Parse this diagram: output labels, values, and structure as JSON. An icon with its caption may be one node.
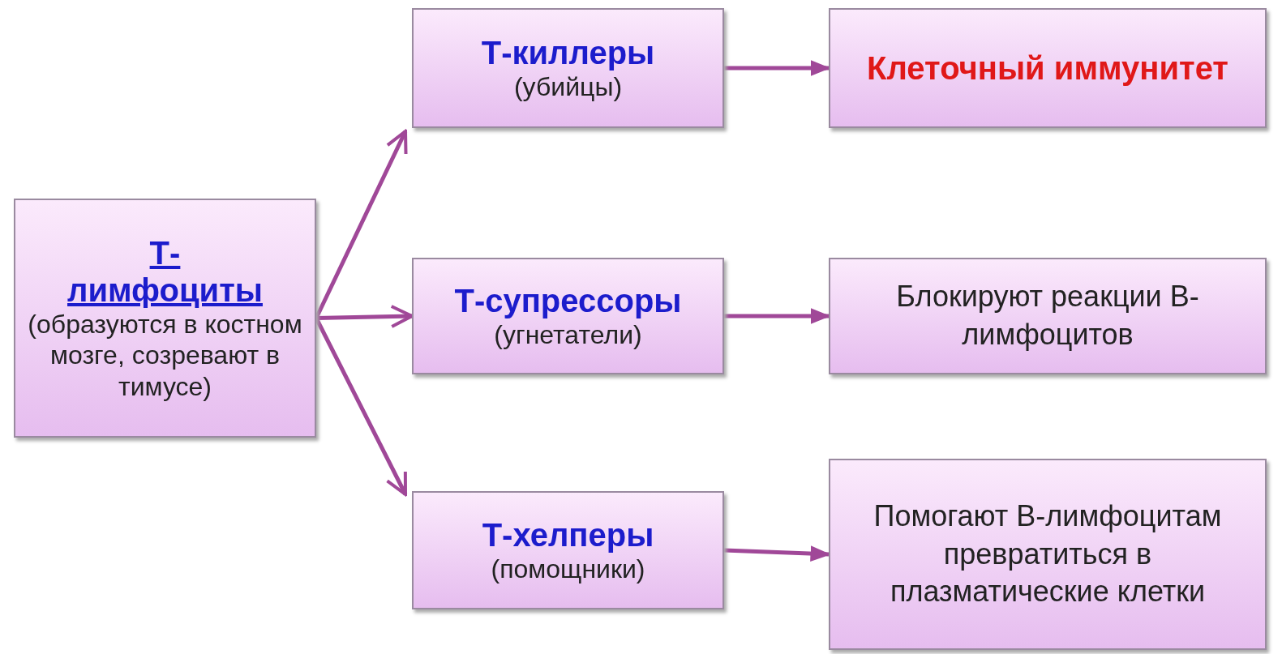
{
  "diagram": {
    "nodes": [
      {
        "text": [
          "Т-лимфоциты",
          "(образуются в костном мозге, созревают в тимусе)"
        ]
      },
      {
        "text": [
          "Т-киллеры",
          "(убийцы)"
        ]
      },
      {
        "text": [
          "Т-супрессоры",
          "(угнетатели)"
        ]
      },
      {
        "text": [
          "Т-хелперы",
          "(помощники)"
        ]
      },
      {
        "text": [
          "Клеточный иммунитет"
        ]
      },
      {
        "text": [
          "Блокируют реакции В-лимфоцитов"
        ]
      },
      {
        "text": [
          "Помогают В-лимфоцитам превратиться в плазматические клетки"
        ]
      }
    ],
    "edges": [
      {
        "from": 0,
        "to": 1,
        "arrow": "to"
      },
      {
        "from": 0,
        "to": 2,
        "arrow": "to"
      },
      {
        "from": 0,
        "to": 3,
        "arrow": "to"
      },
      {
        "from": 1,
        "to": 4,
        "arrow": "to"
      },
      {
        "from": 2,
        "to": 5,
        "arrow": "to"
      },
      {
        "from": 3,
        "to": 6,
        "arrow": "to"
      }
    ]
  }
}
